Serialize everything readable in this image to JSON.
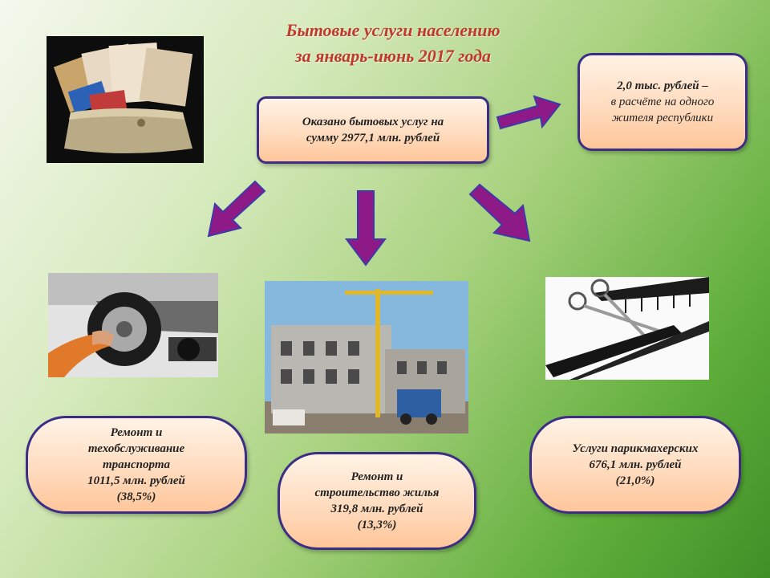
{
  "title": {
    "line1": "Бытовые услуги населению",
    "line2": "за январь-июнь 2017 года"
  },
  "main_box": {
    "line1": "Оказано бытовых услуг  на",
    "line2": "сумму  2977,1 млн. рублей"
  },
  "per_capita_box": {
    "line1": "2,0 тыс. рублей –",
    "line2": "в расчёте на одного",
    "line3": "жителя республики"
  },
  "transport_box": {
    "line1": "Ремонт и",
    "line2": "техобслуживание",
    "line3": "транспорта",
    "line4": "1011,5 млн. рублей",
    "line5": "(38,5%)"
  },
  "housing_box": {
    "line1": "Ремонт и",
    "line2": "строительство жилья",
    "line3": "319,8 млн. рублей",
    "line4": "(13,3%)"
  },
  "hairdresser_box": {
    "line1": "Услуги парикмахерских",
    "line2": "676,1 млн. рублей",
    "line3": "(21,0%)"
  },
  "colors": {
    "title": "#c0392b",
    "box_border": "#3b2e84",
    "arrow_fill": "#8e1a88",
    "arrow_edge": "#3d3aa8"
  },
  "images": [
    "wallet-photo",
    "car-repair-photo",
    "house-construction-photo",
    "hairdresser-tools-photo"
  ]
}
